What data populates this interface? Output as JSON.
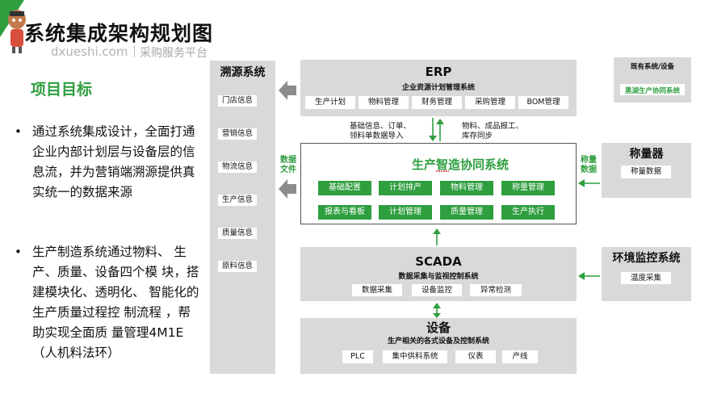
{
  "header": {
    "title": "系统集成架构规划图",
    "watermark_domain": "dxueshi.com",
    "watermark_tag": "采购服务平台"
  },
  "left": {
    "goal_title": "项目目标",
    "bullets": [
      "通过系统集成设计，全面打通企业内部计划层与设备层的信息流，并为营销端溯源提供真实统一的数据来源",
      "生产制造系统通过物料、 生产、质量、设备四个模 块，搭建模块化、透明化、 智能化的生产质量过程控 制流程 ，帮助实现全面质 量管理4M1E（人机料法环）"
    ]
  },
  "trace": {
    "title": "溯源系统",
    "items": [
      "门店信息",
      "营销信息",
      "物流信息",
      "生产信息",
      "质量信息",
      "原料信息"
    ]
  },
  "erp": {
    "title": "ERP",
    "subtitle": "企业资源计划管理系统",
    "modules": [
      "生产计划",
      "物料管理",
      "财务管理",
      "采购管理",
      "BOM管理"
    ]
  },
  "flows": {
    "down_label_1": "基础信息、订单、",
    "down_label_2": "领料单数据导入",
    "up_label_1": "物料、成品报工、",
    "up_label_2": "库存同步",
    "data_file_1": "数据",
    "data_file_2": "文件",
    "weigh_data_1": "称量",
    "weigh_data_2": "数据"
  },
  "mes": {
    "title": "生产智造协同系统",
    "row1": [
      "基础配置",
      "计划排产",
      "物料管理",
      "称量管理"
    ],
    "row2": [
      "报表与看板",
      "计划管理",
      "质量管理",
      "生产执行"
    ]
  },
  "scada": {
    "title": "SCADA",
    "subtitle": "数据采集与监视控制系统",
    "modules": [
      "数据采集",
      "设备监控",
      "异常检测"
    ]
  },
  "device": {
    "title": "设备",
    "subtitle": "生产相关的各式设备及控制系统",
    "modules": [
      "PLC",
      "集中供料系统",
      "仪表",
      "产线"
    ]
  },
  "weigher": {
    "title": "称量器",
    "item": "称量数据"
  },
  "env": {
    "title": "环境监控系统",
    "item": "温度采集"
  },
  "legend": {
    "existing": "既有系统/设备",
    "new": "黑湖生产协同系统"
  },
  "colors": {
    "green": "#2e9e3f",
    "panel_gray": "#d9d9d9",
    "arrow_gray": "#7f7f7f"
  }
}
